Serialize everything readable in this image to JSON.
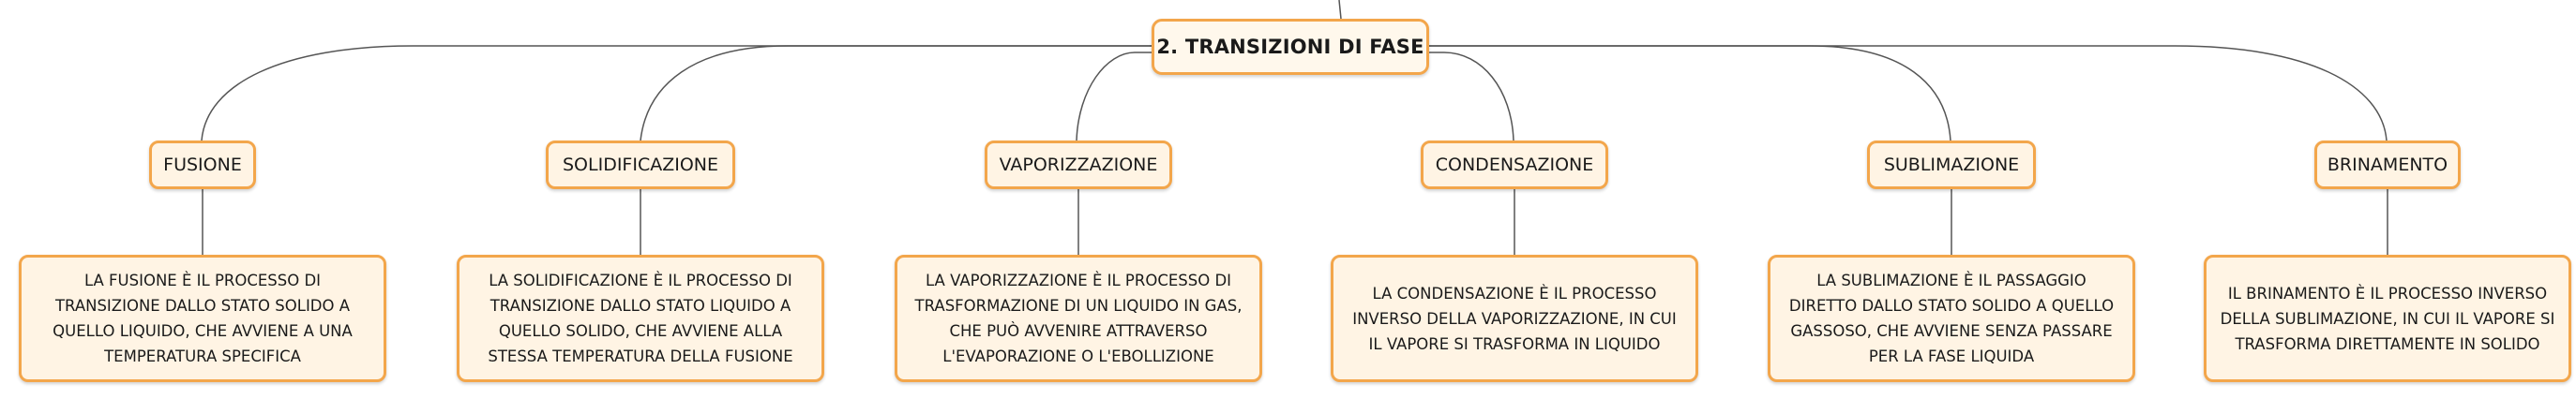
{
  "root": {
    "label": "2. TRANSIZIONI DI FASE"
  },
  "branches": [
    {
      "topic": "FUSIONE",
      "description": "LA FUSIONE È IL PROCESSO DI TRANSIZIONE DALLO STATO SOLIDO A QUELLO LIQUIDO, CHE AVVIENE A UNA TEMPERATURA SPECIFICA"
    },
    {
      "topic": "SOLIDIFICAZIONE",
      "description": "LA SOLIDIFICAZIONE È IL PROCESSO DI TRANSIZIONE DALLO STATO LIQUIDO A QUELLO SOLIDO, CHE AVVIENE ALLA STESSA TEMPERATURA DELLA FUSIONE"
    },
    {
      "topic": "VAPORIZZAZIONE",
      "description": "LA VAPORIZZAZIONE È IL PROCESSO DI TRASFORMAZIONE DI UN LIQUIDO IN GAS, CHE PUÒ AVVENIRE ATTRAVERSO L'EVAPORAZIONE O L'EBOLLIZIONE"
    },
    {
      "topic": "CONDENSAZIONE",
      "description": "LA CONDENSAZIONE È IL PROCESSO INVERSO DELLA VAPORIZZAZIONE, IN CUI IL VAPORE SI TRASFORMA IN LIQUIDO"
    },
    {
      "topic": "SUBLIMAZIONE",
      "description": "LA SUBLIMAZIONE È IL PASSAGGIO DIRETTO DALLO STATO SOLIDO A QUELLO GASSOSO, CHE AVVIENE SENZA PASSARE PER LA FASE LIQUIDA"
    },
    {
      "topic": "BRINAMENTO",
      "description": "IL BRINAMENTO È IL PROCESSO INVERSO DELLA SUBLIMAZIONE, IN CUI IL VAPORE SI TRASFORMA DIRETTAMENTE IN SOLIDO"
    }
  ],
  "colors": {
    "border": "#f3a64b",
    "fill": "#fff4e4",
    "connector": "#444444"
  }
}
